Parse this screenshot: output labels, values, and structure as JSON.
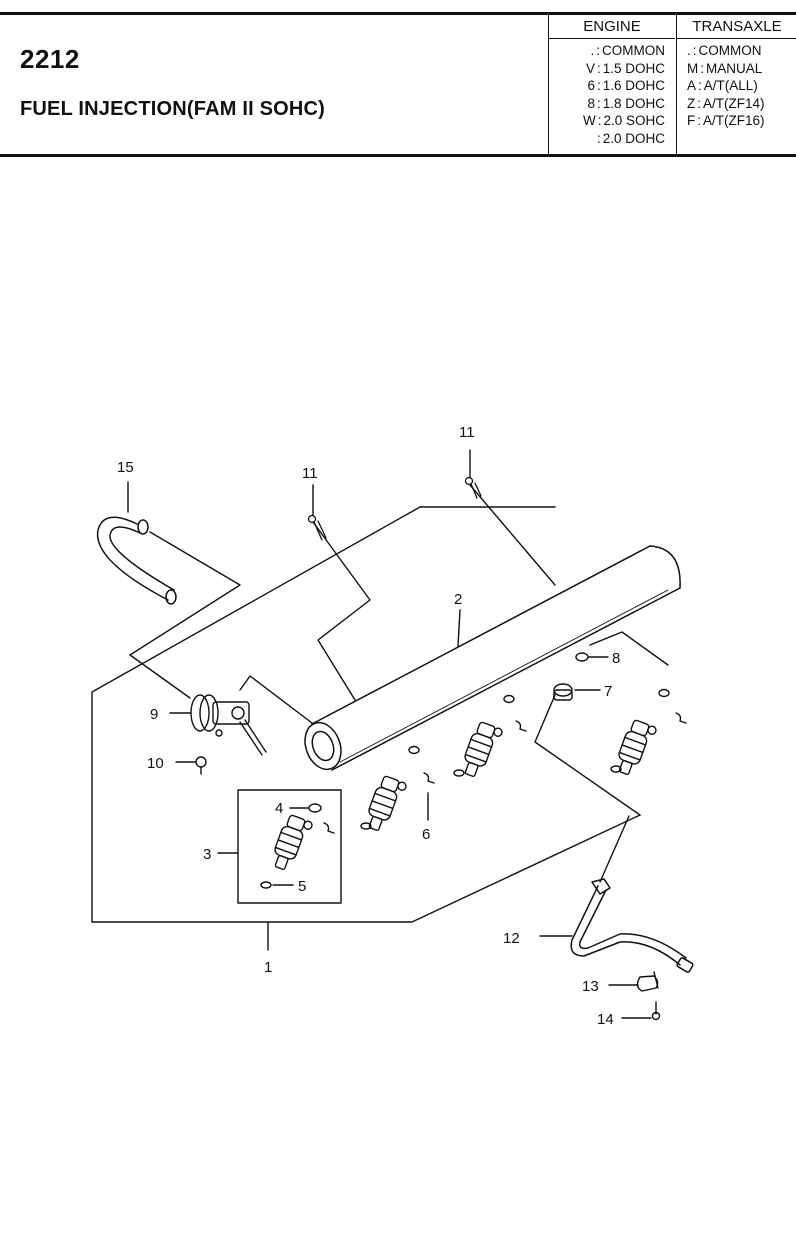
{
  "header": {
    "code": "2212",
    "title": "FUEL INJECTION(FAM II SOHC)"
  },
  "engine": {
    "heading": "ENGINE",
    "rows": [
      {
        "key": ".",
        "value": "COMMON"
      },
      {
        "key": "V",
        "value": "1.5 DOHC"
      },
      {
        "key": "6",
        "value": "1.6 DOHC"
      },
      {
        "key": "8",
        "value": "1.8 DOHC"
      },
      {
        "key": "W",
        "value": "2.0 SOHC"
      },
      {
        "key": "",
        "value": "2.0 DOHC"
      }
    ]
  },
  "transaxle": {
    "heading": "TRANSAXLE",
    "rows": [
      {
        "key": ".",
        "value": "COMMON"
      },
      {
        "key": "M",
        "value": "MANUAL"
      },
      {
        "key": "A",
        "value": "A/T(ALL)"
      },
      {
        "key": "Z",
        "value": "A/T(ZF14)"
      },
      {
        "key": "F",
        "value": "A/T(ZF16)"
      }
    ]
  },
  "callouts": {
    "c1": "1",
    "c2": "2",
    "c3": "3",
    "c4": "4",
    "c5": "5",
    "c6": "6",
    "c7": "7",
    "c8": "8",
    "c9": "9",
    "c10": "10",
    "c11a": "11",
    "c11b": "11",
    "c12": "12",
    "c13": "13",
    "c14": "14",
    "c15": "15"
  }
}
